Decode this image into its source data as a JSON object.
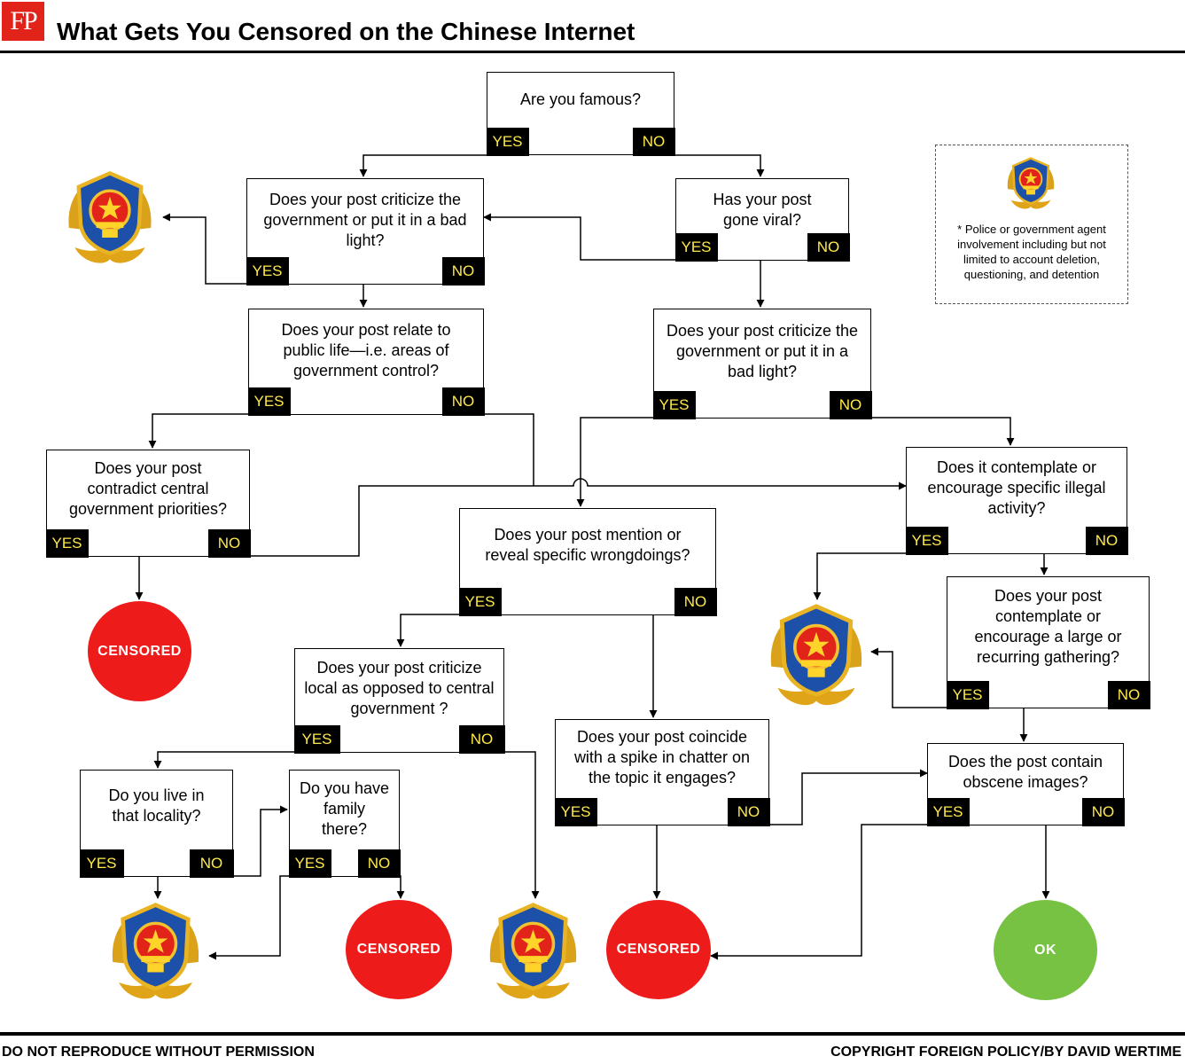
{
  "header": {
    "logo": "FP",
    "title": "What Gets You Censored on the Chinese Internet"
  },
  "footer": {
    "left": "DO NOT REPRODUCE WITHOUT PERMISSION",
    "right": "COPYRIGHT FOREIGN POLICY/BY DAVID WERTIME"
  },
  "legend": {
    "text": "* Police or government agent involvement including but not limited to account deletion, questioning, and detention"
  },
  "questions": {
    "famous": {
      "text": "Are you famous?",
      "yes": "YES",
      "no": "NO"
    },
    "criticize1": {
      "text": "Does your post criticize the government or put it in a bad light?",
      "yes": "YES",
      "no": "NO"
    },
    "viral": {
      "text": "Has your post gone viral?",
      "yes": "YES",
      "no": "NO"
    },
    "public_life": {
      "text": "Does your post relate to public life—i.e. areas of government control?",
      "yes": "YES",
      "no": "NO"
    },
    "criticize2": {
      "text": "Does your post criticize the government or put it in a bad light?",
      "yes": "YES",
      "no": "NO"
    },
    "contradict": {
      "text": "Does your post contradict central government priorities?",
      "yes": "YES",
      "no": "NO"
    },
    "illegal": {
      "text": "Does it contemplate or encourage specific illegal activity?",
      "yes": "YES",
      "no": "NO"
    },
    "wrongdoings": {
      "text": "Does your post mention or reveal specific wrongdoings?",
      "yes": "YES",
      "no": "NO"
    },
    "gathering": {
      "text": "Does your post contemplate or encourage a large or recurring gathering?",
      "yes": "YES",
      "no": "NO"
    },
    "local": {
      "text": "Does your post criticize local as opposed to central government ?",
      "yes": "YES",
      "no": "NO"
    },
    "spike": {
      "text": "Does your post coincide with a spike in chatter on the topic it engages?",
      "yes": "YES",
      "no": "NO"
    },
    "obscene": {
      "text": "Does the post contain obscene images?",
      "yes": "YES",
      "no": "NO"
    },
    "locality": {
      "text": "Do you live in that locality?",
      "yes": "YES",
      "no": "NO"
    },
    "family": {
      "text": "Do you have family there?",
      "yes": "YES",
      "no": "NO"
    }
  },
  "outcomes": {
    "censored": "CENSORED",
    "ok": "OK"
  },
  "colors": {
    "censored": "#ee1b1b",
    "ok": "#77c143",
    "tag_text": "#ffe94a",
    "logo": "#e2231a"
  }
}
